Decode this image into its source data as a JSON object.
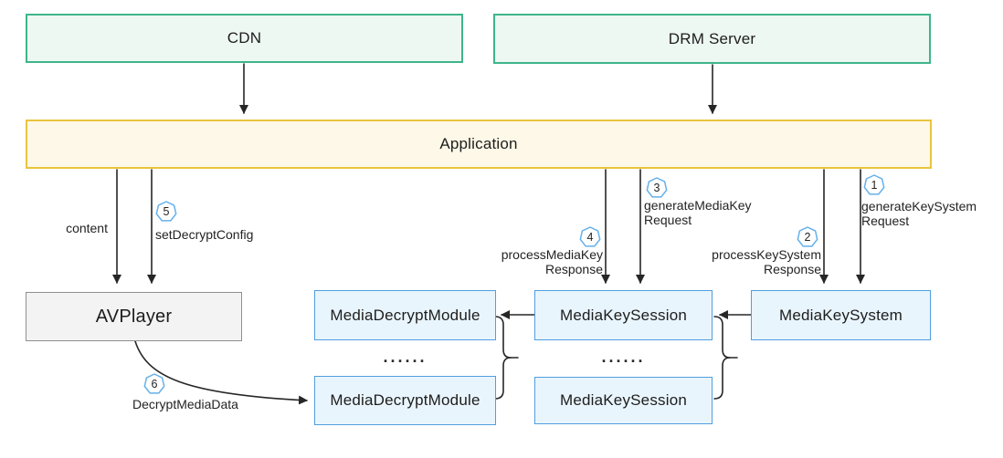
{
  "diagram": {
    "nodes": {
      "cdn": "CDN",
      "drm_server": "DRM Server",
      "application": "Application",
      "avplayer": "AVPlayer",
      "media_decrypt_module_top": "MediaDecryptModule",
      "media_decrypt_module_bottom": "MediaDecryptModule",
      "media_key_session_top": "MediaKeySession",
      "media_key_session_bottom": "MediaKeySession",
      "media_key_system": "MediaKeySystem"
    },
    "edge_labels": {
      "content": {
        "text": "content"
      },
      "set_decrypt_config": {
        "step": "5",
        "text": "setDecryptConfig"
      },
      "process_media_key": {
        "step": "4",
        "text": "processMediaKey\nResponse"
      },
      "generate_media_key": {
        "step": "3",
        "text": "generateMediaKey\nRequest"
      },
      "process_key_system": {
        "step": "2",
        "text": "processKeySystem\nResponse"
      },
      "generate_key_system": {
        "step": "1",
        "text": "generateKeySystem\nRequest"
      },
      "decrypt_media_data": {
        "step": "6",
        "text": "DecryptMediaData"
      }
    },
    "ellipsis": "......",
    "colors": {
      "green_border": "#3eb58a",
      "green_fill": "#eef8f3",
      "yellow_border": "#e9c43e",
      "yellow_fill": "#fdf8e7",
      "blue_border": "#4f9fdf",
      "blue_fill": "#e9f5fd",
      "gray_border": "#8f8f8f",
      "gray_fill": "#f3f3f3",
      "badge_border": "#66b1ea",
      "line": "#262626"
    }
  }
}
